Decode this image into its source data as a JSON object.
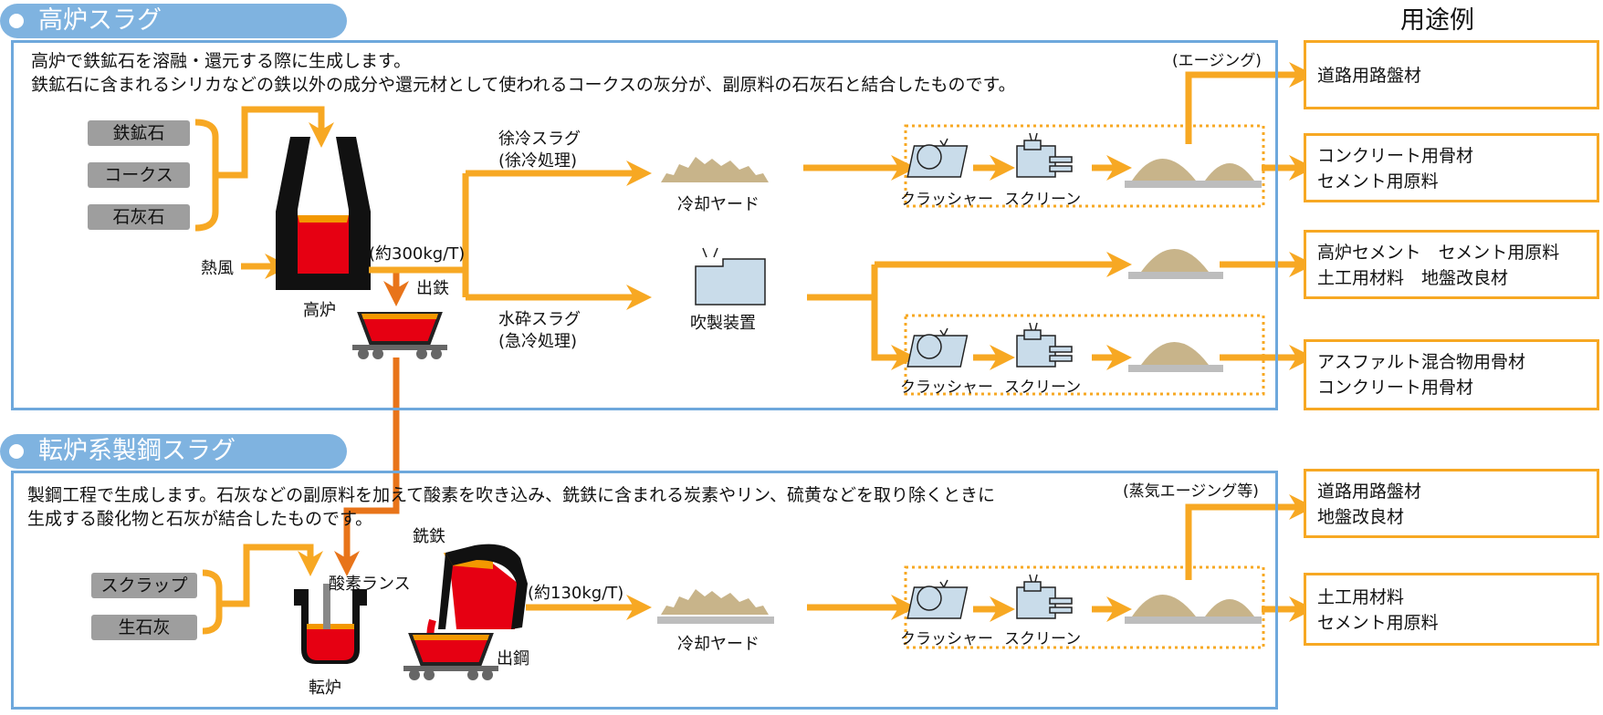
{
  "header": {
    "uses_title": "用途例"
  },
  "blast_furnace": {
    "title": "高炉スラグ",
    "description": [
      "高炉で鉄鉱石を溶融・還元する際に生成します。",
      "鉄鉱石に含まれるシリカなどの鉄以外の成分や還元材として使われるコークスの灰分が、副原料の石灰石と結合したものです。"
    ],
    "inputs": [
      "鉄鉱石",
      "コークス",
      "石灰石"
    ],
    "hot_air": "熱風",
    "furnace_label": "高炉",
    "yield": "(約300kg/T)",
    "pig_iron_out": "出鉄",
    "slow_cooled": [
      "徐冷スラグ",
      "(徐冷処理)"
    ],
    "granulated": [
      "水砕スラグ",
      "(急冷処理)"
    ],
    "cooling_yard": "冷却ヤード",
    "granulator": "吹製装置",
    "aging": "(エージング)",
    "crusher": "クラッシャー",
    "screen": "スクリーン",
    "uses": [
      [
        "道路用路盤材"
      ],
      [
        "コンクリート用骨材",
        "セメント用原料"
      ],
      [
        "高炉セメント　セメント用原料",
        "土工用材料　地盤改良材"
      ],
      [
        "アスファルト混合物用骨材",
        "コンクリート用骨材"
      ]
    ]
  },
  "steel": {
    "title": "転炉系製鋼スラグ",
    "description": [
      "製鋼工程で生成します。石灰などの副原料を加えて酸素を吹き込み、銑鉄に含まれる炭素やリン、硫黄などを取り除くときに",
      "生成する酸化物と石灰が結合したものです。"
    ],
    "pig_iron_in": "銑鉄",
    "inputs": [
      "スクラップ",
      "生石灰"
    ],
    "oxygen_lance": "酸素ランス",
    "converter_label": "転炉",
    "yield": "(約130kg/T)",
    "steel_out": "出鋼",
    "cooling_yard": "冷却ヤード",
    "aging": "(蒸気エージング等)",
    "crusher": "クラッシャー",
    "screen": "スクリーン",
    "uses": [
      [
        "道路用路盤材",
        "地盤改良材"
      ],
      [
        "土工用材料",
        "セメント用原料"
      ]
    ]
  },
  "colors": {
    "pill": "#7fb3e0",
    "frame": "#6ea8dc",
    "arrow": "#f7a823",
    "iron_arrow": "#e8741a",
    "molten": "#e60012",
    "molten_top": "#f39800",
    "slag": "#c8b48a",
    "gray_tag": "#9e9e9e",
    "machine": "#c9dcea"
  }
}
